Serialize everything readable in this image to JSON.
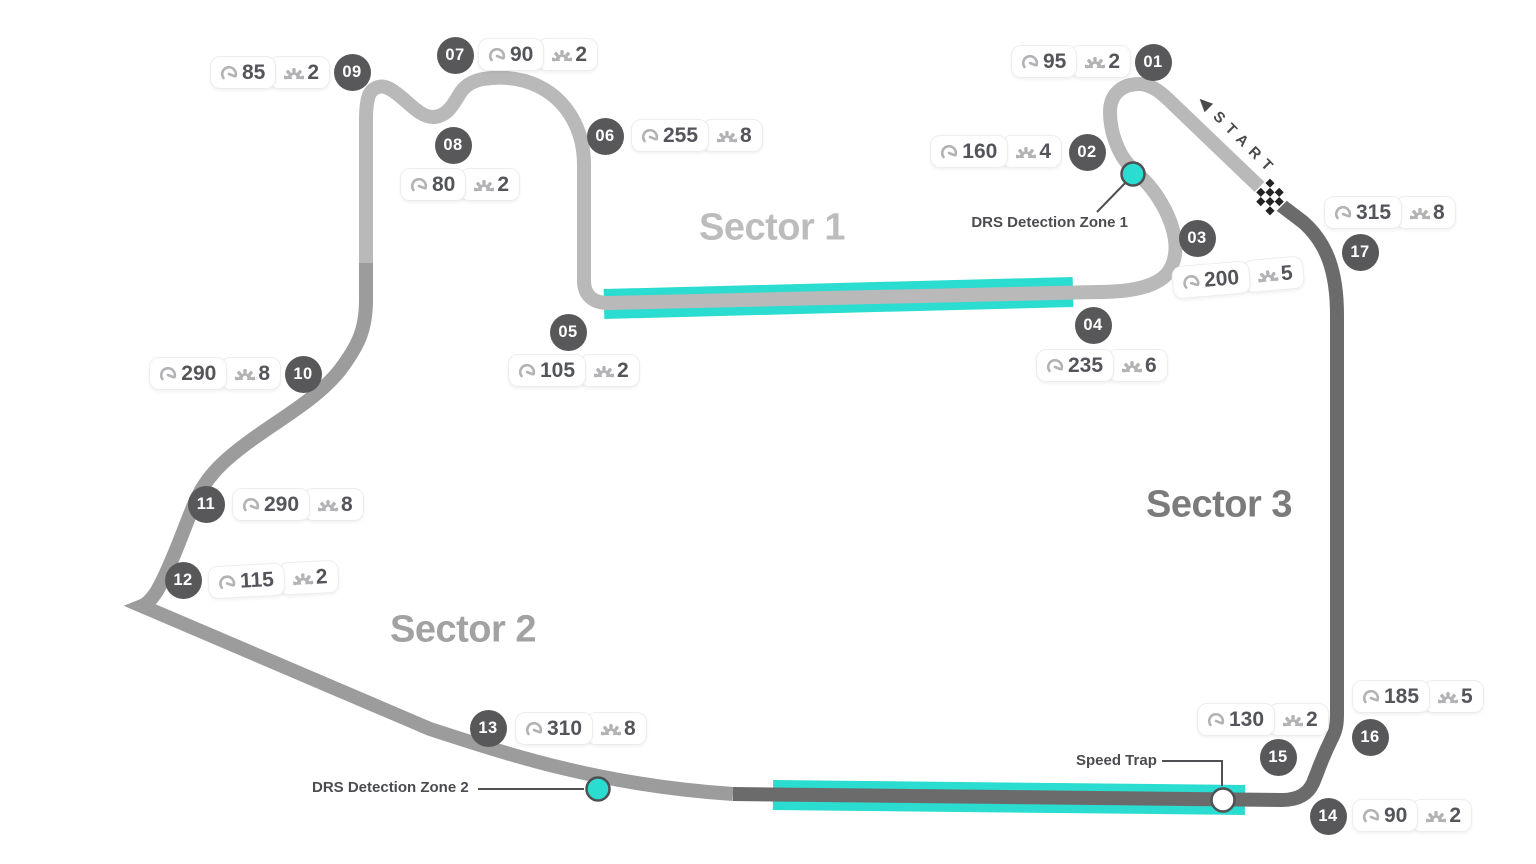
{
  "labels": {
    "start": "START",
    "drs_zone_1": "DRS Detection Zone 1",
    "drs_zone_2": "DRS Detection Zone 2",
    "speed_trap": "Speed Trap"
  },
  "sectors": [
    {
      "label": "Sector 1"
    },
    {
      "label": "Sector 2"
    },
    {
      "label": "Sector 3"
    }
  ],
  "turns": [
    {
      "number": "01",
      "speed": "95",
      "gear": "2"
    },
    {
      "number": "02",
      "speed": "160",
      "gear": "4"
    },
    {
      "number": "03",
      "speed": "200",
      "gear": "5"
    },
    {
      "number": "04",
      "speed": "235",
      "gear": "6"
    },
    {
      "number": "05",
      "speed": "105",
      "gear": "2"
    },
    {
      "number": "06",
      "speed": "255",
      "gear": "8"
    },
    {
      "number": "07",
      "speed": "90",
      "gear": "2"
    },
    {
      "number": "08",
      "speed": "80",
      "gear": "2"
    },
    {
      "number": "09",
      "speed": "85",
      "gear": "2"
    },
    {
      "number": "10",
      "speed": "290",
      "gear": "8"
    },
    {
      "number": "11",
      "speed": "290",
      "gear": "8"
    },
    {
      "number": "12",
      "speed": "115",
      "gear": "2"
    },
    {
      "number": "13",
      "speed": "310",
      "gear": "8"
    },
    {
      "number": "14",
      "speed": "90",
      "gear": "2"
    },
    {
      "number": "15",
      "speed": "130",
      "gear": "2"
    },
    {
      "number": "16",
      "speed": "185",
      "gear": "5"
    },
    {
      "number": "17",
      "speed": "315",
      "gear": "8"
    }
  ],
  "colors": {
    "sector1": "#b9b9b9",
    "sector2": "#9c9c9c",
    "sector3": "#6b6b6b",
    "drs": "#2bdcd0",
    "marker": "#58585a",
    "chip_text": "#54555a",
    "icon": "#b3b3b6",
    "label_text": "#4b4c50"
  },
  "icon_names": [
    "speedometer-icon",
    "gear-icon",
    "checkered-flag-icon",
    "start-arrow-icon"
  ]
}
